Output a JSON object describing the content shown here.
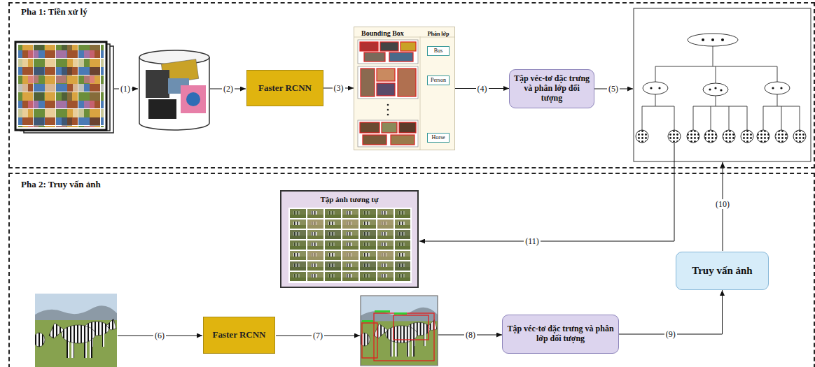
{
  "diagram": {
    "nodes": [
      {
        "text": [
          "Pha 1: Tiền xử lý"
        ]
      },
      {
        "text": [
          "Faster RCNN"
        ],
        "in": 0
      },
      {
        "text": [
          "Bounding Box",
          "Phân lớp"
        ],
        "in": 0
      },
      {
        "text": [
          "Bus"
        ],
        "in": 2
      },
      {
        "text": [
          "Person"
        ],
        "in": 2
      },
      {
        "text": [
          "Horse"
        ],
        "in": 2
      },
      {
        "text": [
          "Tập véc-tơ đặc trưng và phân lớp đối tượng"
        ],
        "in": 0
      },
      {
        "text": [
          "Pha 2: Truy vấn ảnh"
        ]
      },
      {
        "text": [
          "Tập ảnh tương tự"
        ],
        "in": 7
      },
      {
        "text": [
          "Truy vấn ảnh"
        ],
        "in": 7
      },
      {
        "text": [
          "Faster RCNN"
        ],
        "in": 7
      },
      {
        "text": [
          "Tập véc-tơ đặc trưng và phân lớp đối tượng"
        ],
        "in": 7
      }
    ],
    "edges": [
      {
        "from": 1,
        "to": 2,
        "arrow": "to",
        "label": "(3)"
      },
      {
        "from": 2,
        "to": 6,
        "arrow": "to",
        "label": "(4)"
      },
      {
        "from": 11,
        "to": 9,
        "arrow": "to",
        "label": "(9)"
      }
    ],
    "labels": [
      "(1)",
      "(2)",
      "(5)",
      "(10)",
      "(11)",
      "(6)",
      "(7)",
      "(8)"
    ]
  }
}
